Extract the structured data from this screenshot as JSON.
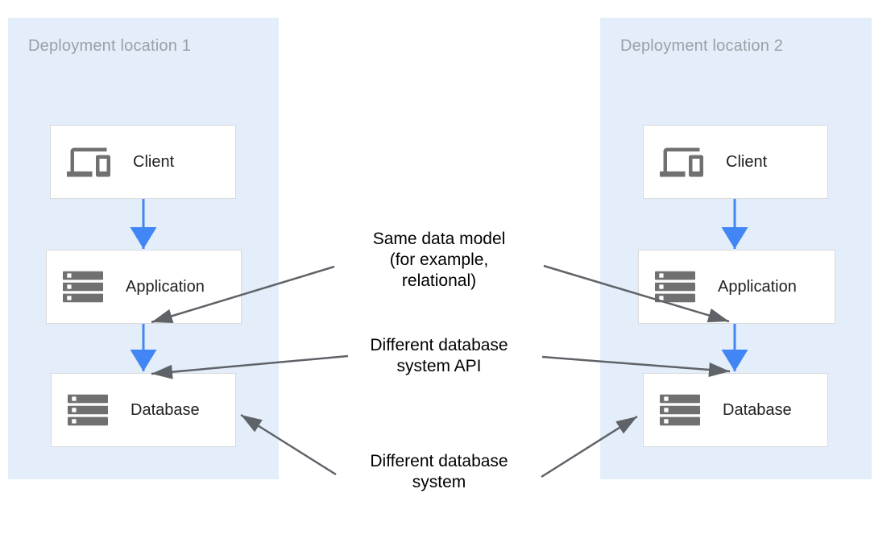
{
  "diagram": {
    "panels": [
      {
        "title": "Deployment location 1",
        "boxes": [
          {
            "label": "Client",
            "icon": "devices-icon"
          },
          {
            "label": "Application",
            "icon": "server-icon"
          },
          {
            "label": "Database",
            "icon": "server-icon"
          }
        ]
      },
      {
        "title": "Deployment location 2",
        "boxes": [
          {
            "label": "Client",
            "icon": "devices-icon"
          },
          {
            "label": "Application",
            "icon": "server-icon"
          },
          {
            "label": "Database",
            "icon": "server-icon"
          }
        ]
      }
    ],
    "annotations": [
      {
        "text": "Same data model\n(for example,\nrelational)"
      },
      {
        "text": "Different database\nsystem API"
      },
      {
        "text": "Different database\nsystem"
      }
    ],
    "colors": {
      "panel_background": "#e4eefb",
      "panel_title": "#9aa0a6",
      "box_background": "#ffffff",
      "box_border": "#d9d9d9",
      "box_label": "#212121",
      "icon_gray": "#707070",
      "flow_arrow_blue": "#4285f4",
      "annotation_arrow_gray": "#5f6368",
      "annotation_text": "#000000"
    }
  }
}
